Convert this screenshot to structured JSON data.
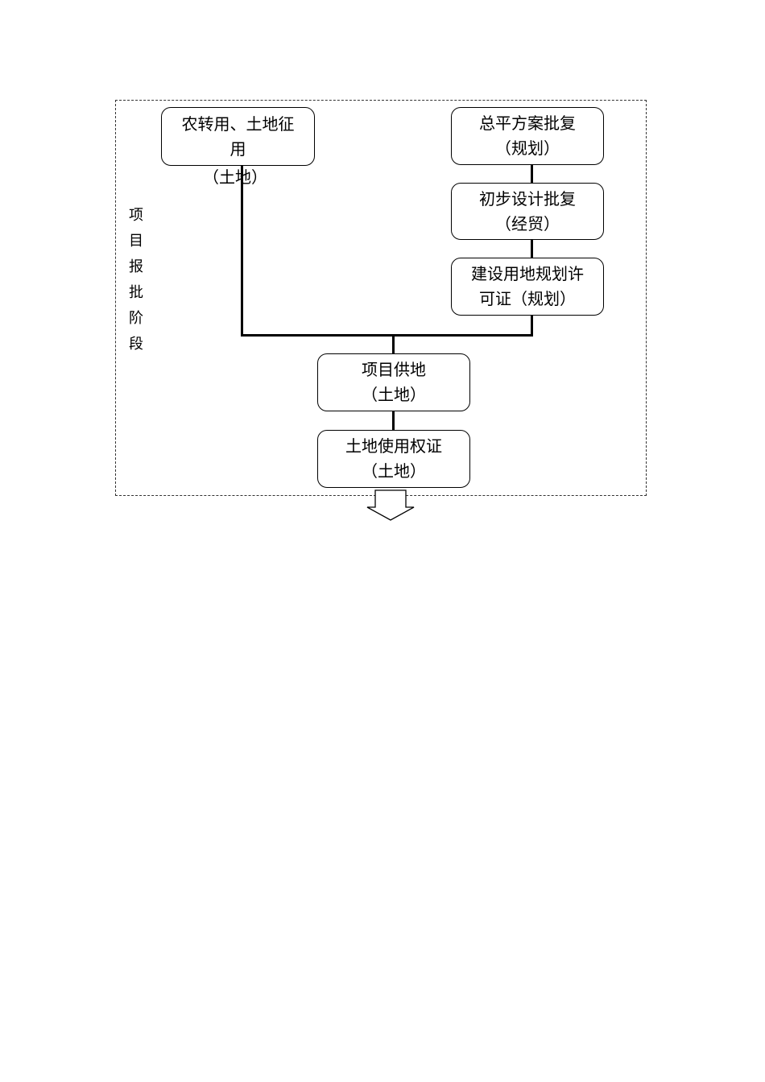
{
  "diagram": {
    "stage_label": [
      "项",
      "目",
      "报",
      "批",
      "阶",
      "段"
    ],
    "nodes": {
      "land_conversion": {
        "line1": "农转用、土地征",
        "line2": "用",
        "note": "（土地）"
      },
      "master_plan": {
        "line1": "总平方案批复",
        "line2": "（规划）"
      },
      "preliminary_design": {
        "line1": "初步设计批复",
        "line2": "（经贸）"
      },
      "planning_permit": {
        "line1": "建设用地规划许",
        "line2": "可证（规划）"
      },
      "land_supply": {
        "line1": "项目供地",
        "line2": "（土地）"
      },
      "land_use_certificate": {
        "line1": "土地使用权证",
        "line2": "（土地）"
      }
    }
  }
}
